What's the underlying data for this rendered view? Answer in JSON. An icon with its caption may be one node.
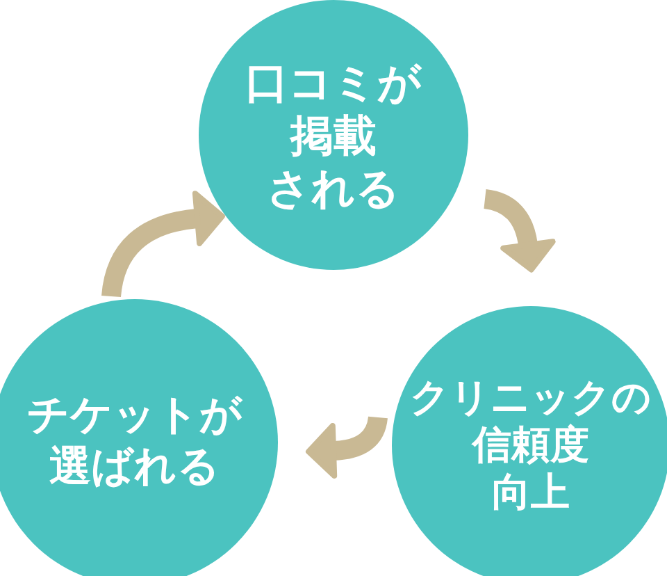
{
  "diagram": {
    "nodes": [
      {
        "text": [
          "口コミが掲載される"
        ]
      },
      {
        "text": [
          "チケットが選ばれる"
        ]
      },
      {
        "text": [
          "クリニックの信頼度向上"
        ]
      }
    ],
    "edges": [
      {
        "from": 0,
        "to": 2,
        "arrow": "to"
      },
      {
        "from": 2,
        "to": 1,
        "arrow": "to"
      },
      {
        "from": 1,
        "to": 0,
        "arrow": "to"
      }
    ]
  }
}
